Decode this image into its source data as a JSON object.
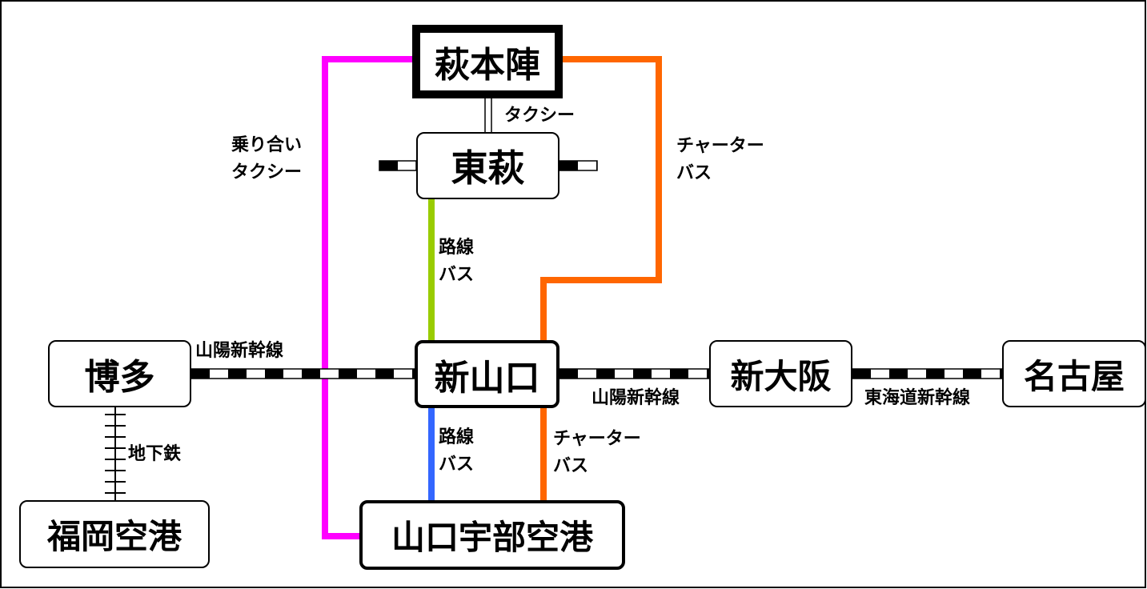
{
  "stations": {
    "hagi_honjin": "萩本陣",
    "higashi_hagi": "東萩",
    "shin_yamaguchi": "新山口",
    "hakata": "博多",
    "shin_osaka": "新大阪",
    "nagoya": "名古屋",
    "fukuoka_airport": "福岡空港",
    "yamaguchi_ube_airport": "山口宇部空港"
  },
  "routes": {
    "taxi": "タクシー",
    "shared_taxi_line1": "乗り合い",
    "shared_taxi_line2": "タクシー",
    "charter_bus_line1": "チャーター",
    "charter_bus_line2": "バス",
    "route_bus_line1": "路線",
    "route_bus_line2": "バス",
    "subway": "地下鉄",
    "sanyo_shinkansen": "山陽新幹線",
    "tokaido_shinkansen": "東海道新幹線"
  },
  "colors": {
    "shared_taxi": "#ff00ff",
    "charter_bus": "#ff6600",
    "route_bus_higashi_hagi": "#99cc00",
    "route_bus_airport": "#3366ff",
    "rail": "#000000"
  }
}
